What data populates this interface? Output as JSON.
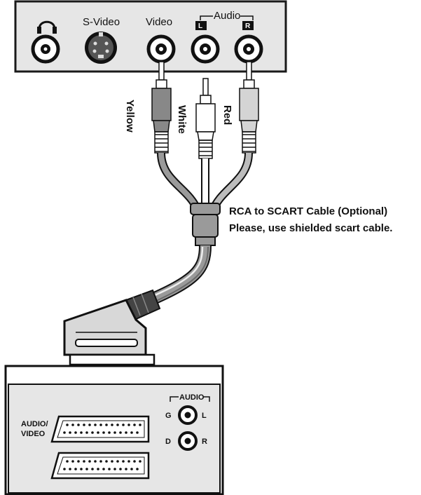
{
  "source_panel": {
    "jacks": {
      "headphone": "headphone-icon",
      "s_video": "S-Video",
      "video": "Video",
      "audio": "Audio",
      "audio_left_marker": "L",
      "audio_right_marker": "R"
    }
  },
  "cable": {
    "yellow": "Yellow",
    "white": "White",
    "red": "Red",
    "note_line1": "RCA to SCART Cable (Optional)",
    "note_line2": "Please, use shielded scart cable."
  },
  "tv_panel": {
    "av_label_line1": "AUDIO/",
    "av_label_line2": "VIDEO",
    "audio_label": "AUDIO",
    "jack_g": "G",
    "jack_l": "L",
    "jack_d": "D",
    "jack_r": "R"
  },
  "colors": {
    "panel_fill": "#e6e6e6",
    "outline": "#1a1a1a",
    "cable_gray": "#9a9a9a",
    "cable_white": "#ffffff"
  }
}
